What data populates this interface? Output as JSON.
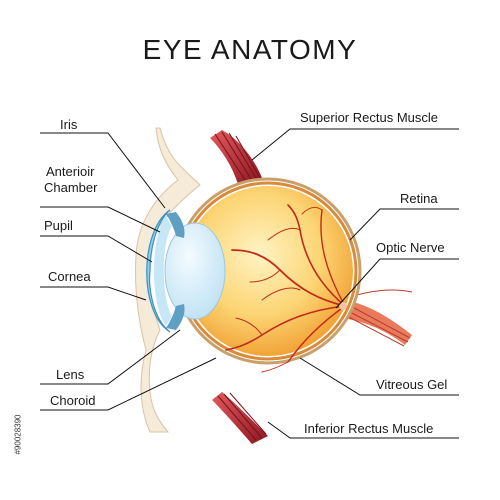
{
  "title": "EYE ANATOMY",
  "labels": {
    "iris": "Iris",
    "anterior_chamber_1": "Anterioir",
    "anterior_chamber_2": "Chamber",
    "pupil": "Pupil",
    "cornea": "Cornea",
    "lens": "Lens",
    "choroid": "Choroid",
    "superior_rectus": "Superior Rectus Muscle",
    "retina": "Retina",
    "optic_nerve": "Optic  Nerve",
    "vitreous_gel": "Vitreous Gel",
    "inferior_rectus": "Inferior Rectus Muscle"
  },
  "side_id": "#90028390",
  "colors": {
    "vitreous_light": "#fde7a6",
    "vitreous_dark": "#f4a431",
    "sclera": "#c9a06a",
    "lens": "#d7eefa",
    "cornea": "#8fd0ef",
    "muscle": "#b21f2d",
    "vessel": "#c22a1a",
    "skin": "#f6ead9"
  }
}
